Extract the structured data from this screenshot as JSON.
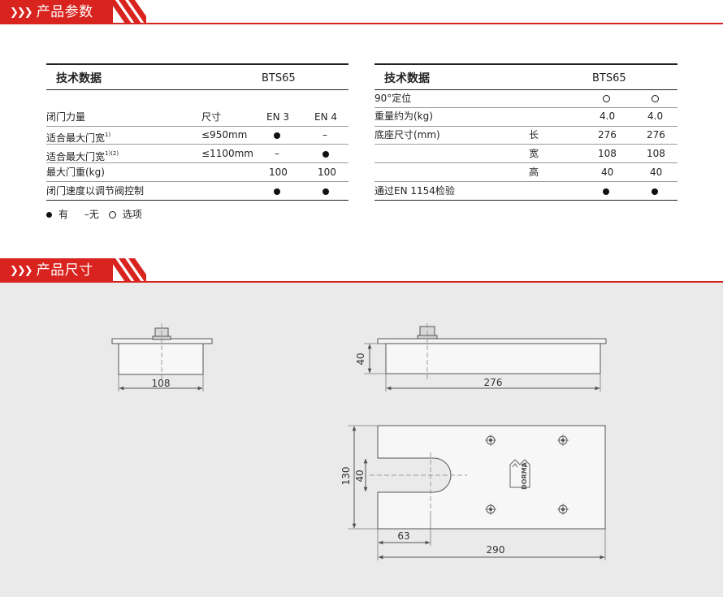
{
  "sections": {
    "params_title": "产品参数",
    "size_title": "产品尺寸"
  },
  "left_table": {
    "header_label": "技术数据",
    "model": "BTS65",
    "col_label": "闭门力量",
    "col_size": "尺寸",
    "col_en3": "EN 3",
    "col_en4": "EN 4",
    "rows": [
      {
        "label": "适合最大门宽",
        "sup": "1)",
        "size": "≤950mm",
        "en3": "dot",
        "en4": "–"
      },
      {
        "label": "适合最大门宽",
        "sup": "1)(2)",
        "size": "≤1100mm",
        "en3": "–",
        "en4": "dot"
      },
      {
        "label": "最大门重(kg)",
        "sup": "",
        "size": "",
        "en3": "100",
        "en4": "100"
      },
      {
        "label": "闭门速度以调节阀控制",
        "sup": "",
        "size": "",
        "en3": "dot",
        "en4": "dot"
      }
    ]
  },
  "right_table": {
    "header_label": "技术数据",
    "model": "BTS65",
    "rows": [
      {
        "label": "90°定位",
        "sub": "",
        "c1": "ring",
        "c2": "ring"
      },
      {
        "label": "重量约为(kg)",
        "sub": "",
        "c1": "4.0",
        "c2": "4.0"
      },
      {
        "label": "底座尺寸(mm)",
        "sub": "长",
        "c1": "276",
        "c2": "276"
      },
      {
        "label": "",
        "sub": "宽",
        "c1": "108",
        "c2": "108"
      },
      {
        "label": "",
        "sub": "高",
        "c1": "40",
        "c2": "40"
      },
      {
        "label": "通过EN 1154检验",
        "sub": "",
        "c1": "dot",
        "c2": "dot"
      }
    ]
  },
  "legend": {
    "has": "有",
    "none": "–无",
    "option": "选项"
  },
  "dimensions": {
    "side_width": "108",
    "front_height": "40",
    "front_length": "276",
    "top_height": "130",
    "slot_height": "40",
    "slot_depth": "63",
    "top_length": "290",
    "logo_text": "DORMA"
  },
  "colors": {
    "brand_red": "#d9231f",
    "drawing_bg": "#eaeaea"
  }
}
